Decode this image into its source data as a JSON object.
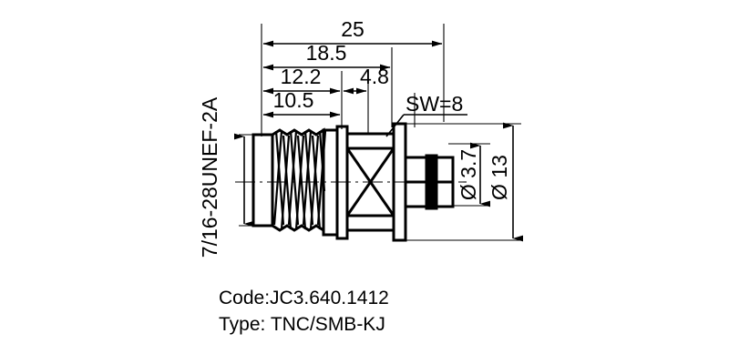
{
  "drawing": {
    "title": "TNC/SMB coaxial adapter outline drawing",
    "units": "mm",
    "line_color": "#000000",
    "background_color": "#ffffff",
    "dimensions": {
      "overall_length": "25",
      "length_to_hex_face": "18.5",
      "length_to_hex_start": "12.2",
      "hex_length": "4.8",
      "thread_length": "10.5",
      "across_flats": "SW=8",
      "center_pin_diameter": "Ø 3.7",
      "flange_diameter": "Ø 13",
      "thread_spec": "7/16-28UNEF-2A"
    },
    "captions": {
      "code": "Code:JC3.640.1412",
      "type": "Type: TNC/SMB-KJ"
    }
  }
}
